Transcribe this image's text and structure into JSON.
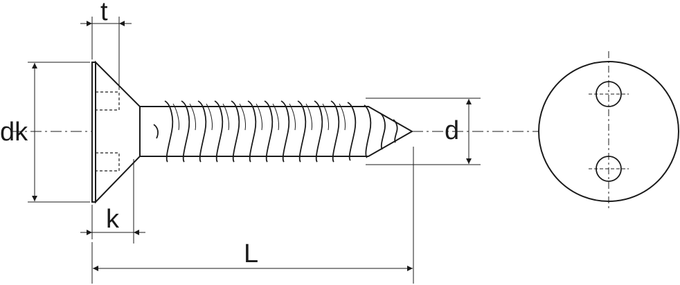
{
  "labels": {
    "t": "t",
    "dk": "dk",
    "k": "k",
    "d": "d",
    "L": "L"
  },
  "colors": {
    "line": "#1a1a1a",
    "background": "#ffffff"
  }
}
